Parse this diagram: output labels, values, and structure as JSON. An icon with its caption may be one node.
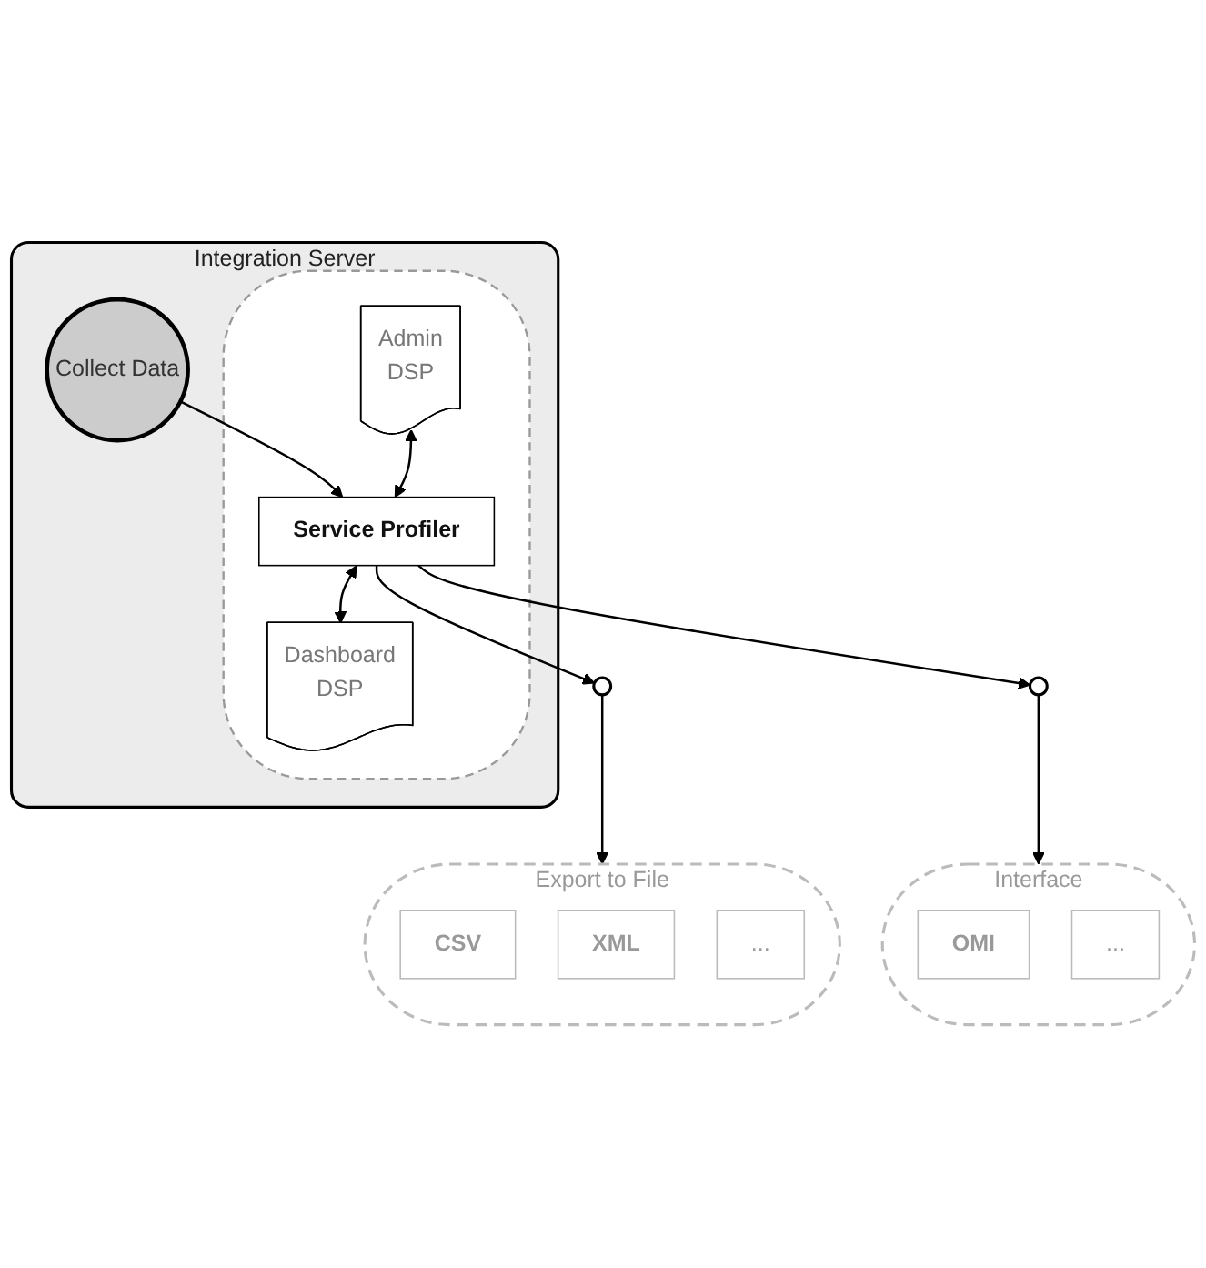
{
  "diagram": {
    "nodes": [
      {
        "text": [
          "Integration Server"
        ]
      },
      {
        "text": [],
        "shape": "ellipse",
        "in": 0
      },
      {
        "text": [
          "Admin",
          "DSP"
        ],
        "in": 1
      },
      {
        "text": [
          "Dashboard",
          "DSP"
        ],
        "in": 1
      },
      {
        "text": [
          "Service Profiler"
        ],
        "in": 1
      },
      {
        "text": [
          "Collect Data"
        ],
        "in": 0
      },
      {
        "text": [],
        "shape": "circle"
      },
      {
        "text": [],
        "shape": "circle"
      },
      {
        "text": [
          "Export to File"
        ]
      },
      {
        "text": [
          "CSV"
        ],
        "in": 8
      },
      {
        "text": [
          "XML"
        ],
        "in": 8
      },
      {
        "text": [
          "..."
        ],
        "in": 8
      },
      {
        "text": [
          "Interface"
        ]
      },
      {
        "text": [
          "OMI"
        ],
        "in": 12
      },
      {
        "text": [
          "..."
        ],
        "in": 12
      }
    ],
    "edges": [
      {
        "from": 5,
        "to": 4,
        "arrow": "to"
      },
      {
        "from": 2,
        "to": 4,
        "arrow": "both"
      },
      {
        "from": 4,
        "to": 3,
        "arrow": "both"
      },
      {
        "from": 4,
        "to": 6,
        "arrow": "to"
      },
      {
        "from": 4,
        "to": 7,
        "arrow": "to"
      },
      {
        "from": 6,
        "to": 8,
        "arrow": "to"
      },
      {
        "from": 7,
        "to": 12,
        "arrow": "to"
      }
    ]
  }
}
